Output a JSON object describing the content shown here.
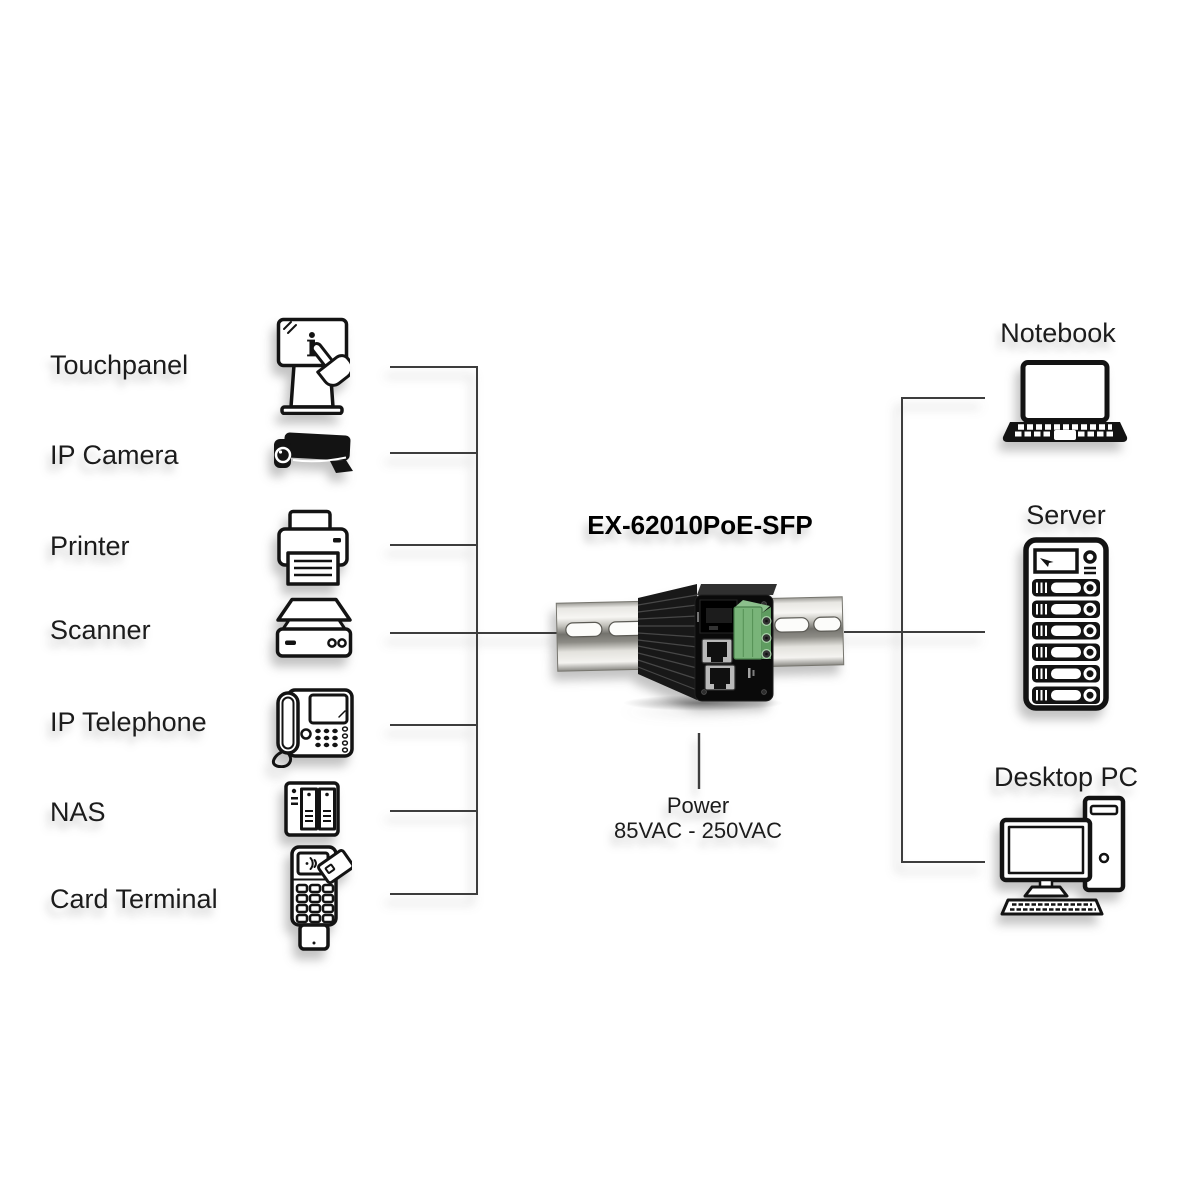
{
  "diagram": {
    "title": "EX-62010PoE-SFP",
    "power_label": {
      "line1": "Power",
      "line2": "85VAC - 250VAC"
    },
    "touchpanel_screen_glyph": "i",
    "left_devices": [
      {
        "label": "Touchpanel",
        "icon": "touchpanel-kiosk-icon"
      },
      {
        "label": "IP Camera",
        "icon": "ip-camera-icon"
      },
      {
        "label": "Printer",
        "icon": "printer-icon"
      },
      {
        "label": "Scanner",
        "icon": "scanner-icon"
      },
      {
        "label": "IP Telephone",
        "icon": "ip-telephone-icon"
      },
      {
        "label": "NAS",
        "icon": "nas-icon"
      },
      {
        "label": "Card Terminal",
        "icon": "card-terminal-icon"
      }
    ],
    "right_devices": [
      {
        "label": "Notebook",
        "icon": "notebook-icon"
      },
      {
        "label": "Server",
        "icon": "server-icon"
      },
      {
        "label": "Desktop PC",
        "icon": "desktop-pc-icon"
      }
    ],
    "colors": {
      "line": "#3d3d3d",
      "text": "#1c1c1c",
      "background": "#ffffff",
      "device_body": "#0a0a0a",
      "terminal_block_green": "#79b479",
      "rail_silver": "#c9c8c2"
    }
  }
}
